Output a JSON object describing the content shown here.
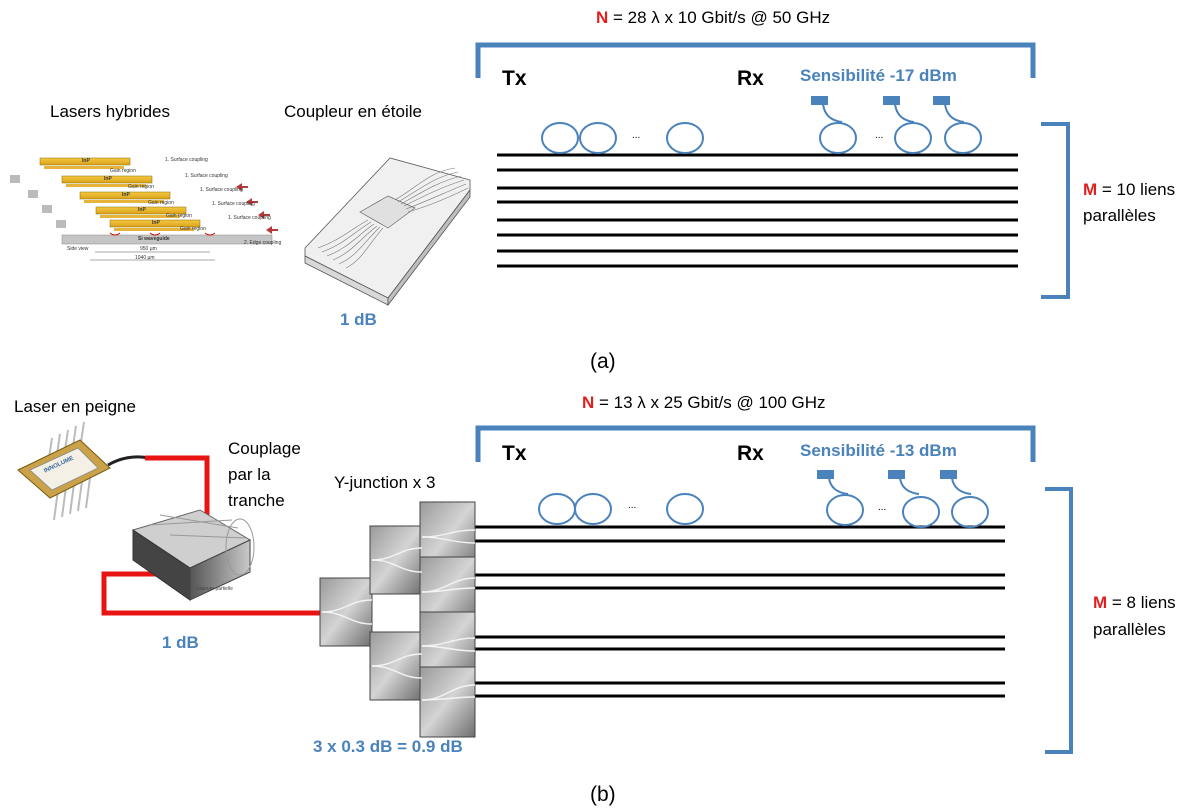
{
  "panel_a": {
    "formula_n": {
      "symbol": "N",
      "rest": " = 28 λ x 10 Gbit/s @ 50 GHz"
    },
    "tx": "Tx",
    "rx": "Rx",
    "sensitivity": "Sensibilité -17 dBm",
    "lasers_label": "Lasers hybrides",
    "coupler_label": "Coupleur en étoile",
    "coupler_loss": "1 dB",
    "formula_m": {
      "symbol": "M",
      "rest": " = 10 liens"
    },
    "parallel": "parallèles",
    "caption": "(a)",
    "ellipsis": "...",
    "laser_fig": {
      "inp": "InP",
      "gain": "Gain region",
      "surface": "1. Surface coupling",
      "edge": "2. Edge coupling",
      "si": "Si waveguide",
      "dim1": "950 µm",
      "dim2": "1040 µm",
      "side_view": "Side view"
    }
  },
  "panel_b": {
    "formula_n": {
      "symbol": "N",
      "rest": " = 13 λ x 25 Gbit/s @ 100 GHz"
    },
    "tx": "Tx",
    "rx": "Rx",
    "sensitivity": "Sensibilité -13 dBm",
    "laser_label": "Laser en peigne",
    "coupling_label": [
      "Couplage",
      "par la",
      "tranche"
    ],
    "yjunction_label": "Y-junction x 3",
    "laser_loss": "1 dB",
    "yjunction_loss": "3 x 0.3 dB = 0.9 dB",
    "formula_m": {
      "symbol": "M",
      "rest": " = 8 liens"
    },
    "parallel": "parallèles",
    "caption": "(b)",
    "ellipsis": "...",
    "chip_brand": "INNOLUME",
    "coupler_fig_label": "Gravure partielle"
  },
  "colors": {
    "accent_blue": "#4a82bc",
    "highlight_red": "#e02020",
    "fiber_red": "#e81414"
  }
}
